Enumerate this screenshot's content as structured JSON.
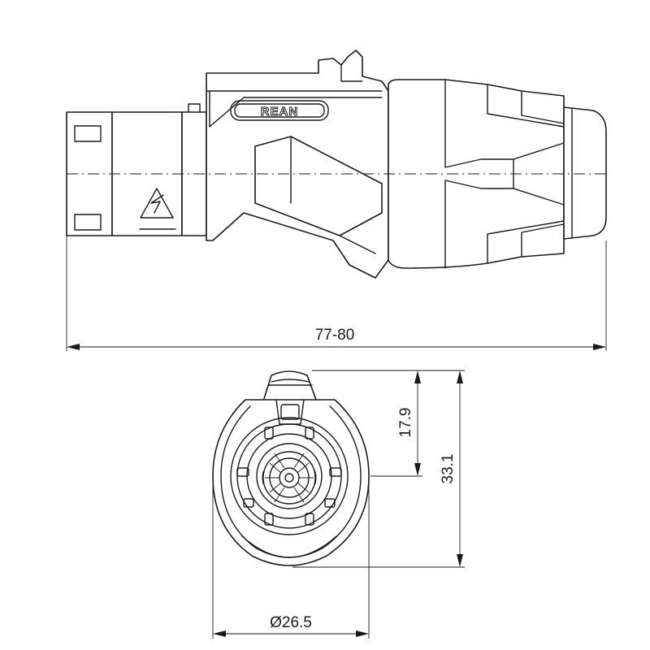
{
  "brand_logo": "REAN",
  "dimensions": {
    "overall_length": "77-80",
    "outer_diameter": "Ø26.5",
    "total_height": "33.1",
    "center_height": "17.9"
  },
  "colors": {
    "line": "#1a1a1a",
    "background": "#ffffff"
  }
}
